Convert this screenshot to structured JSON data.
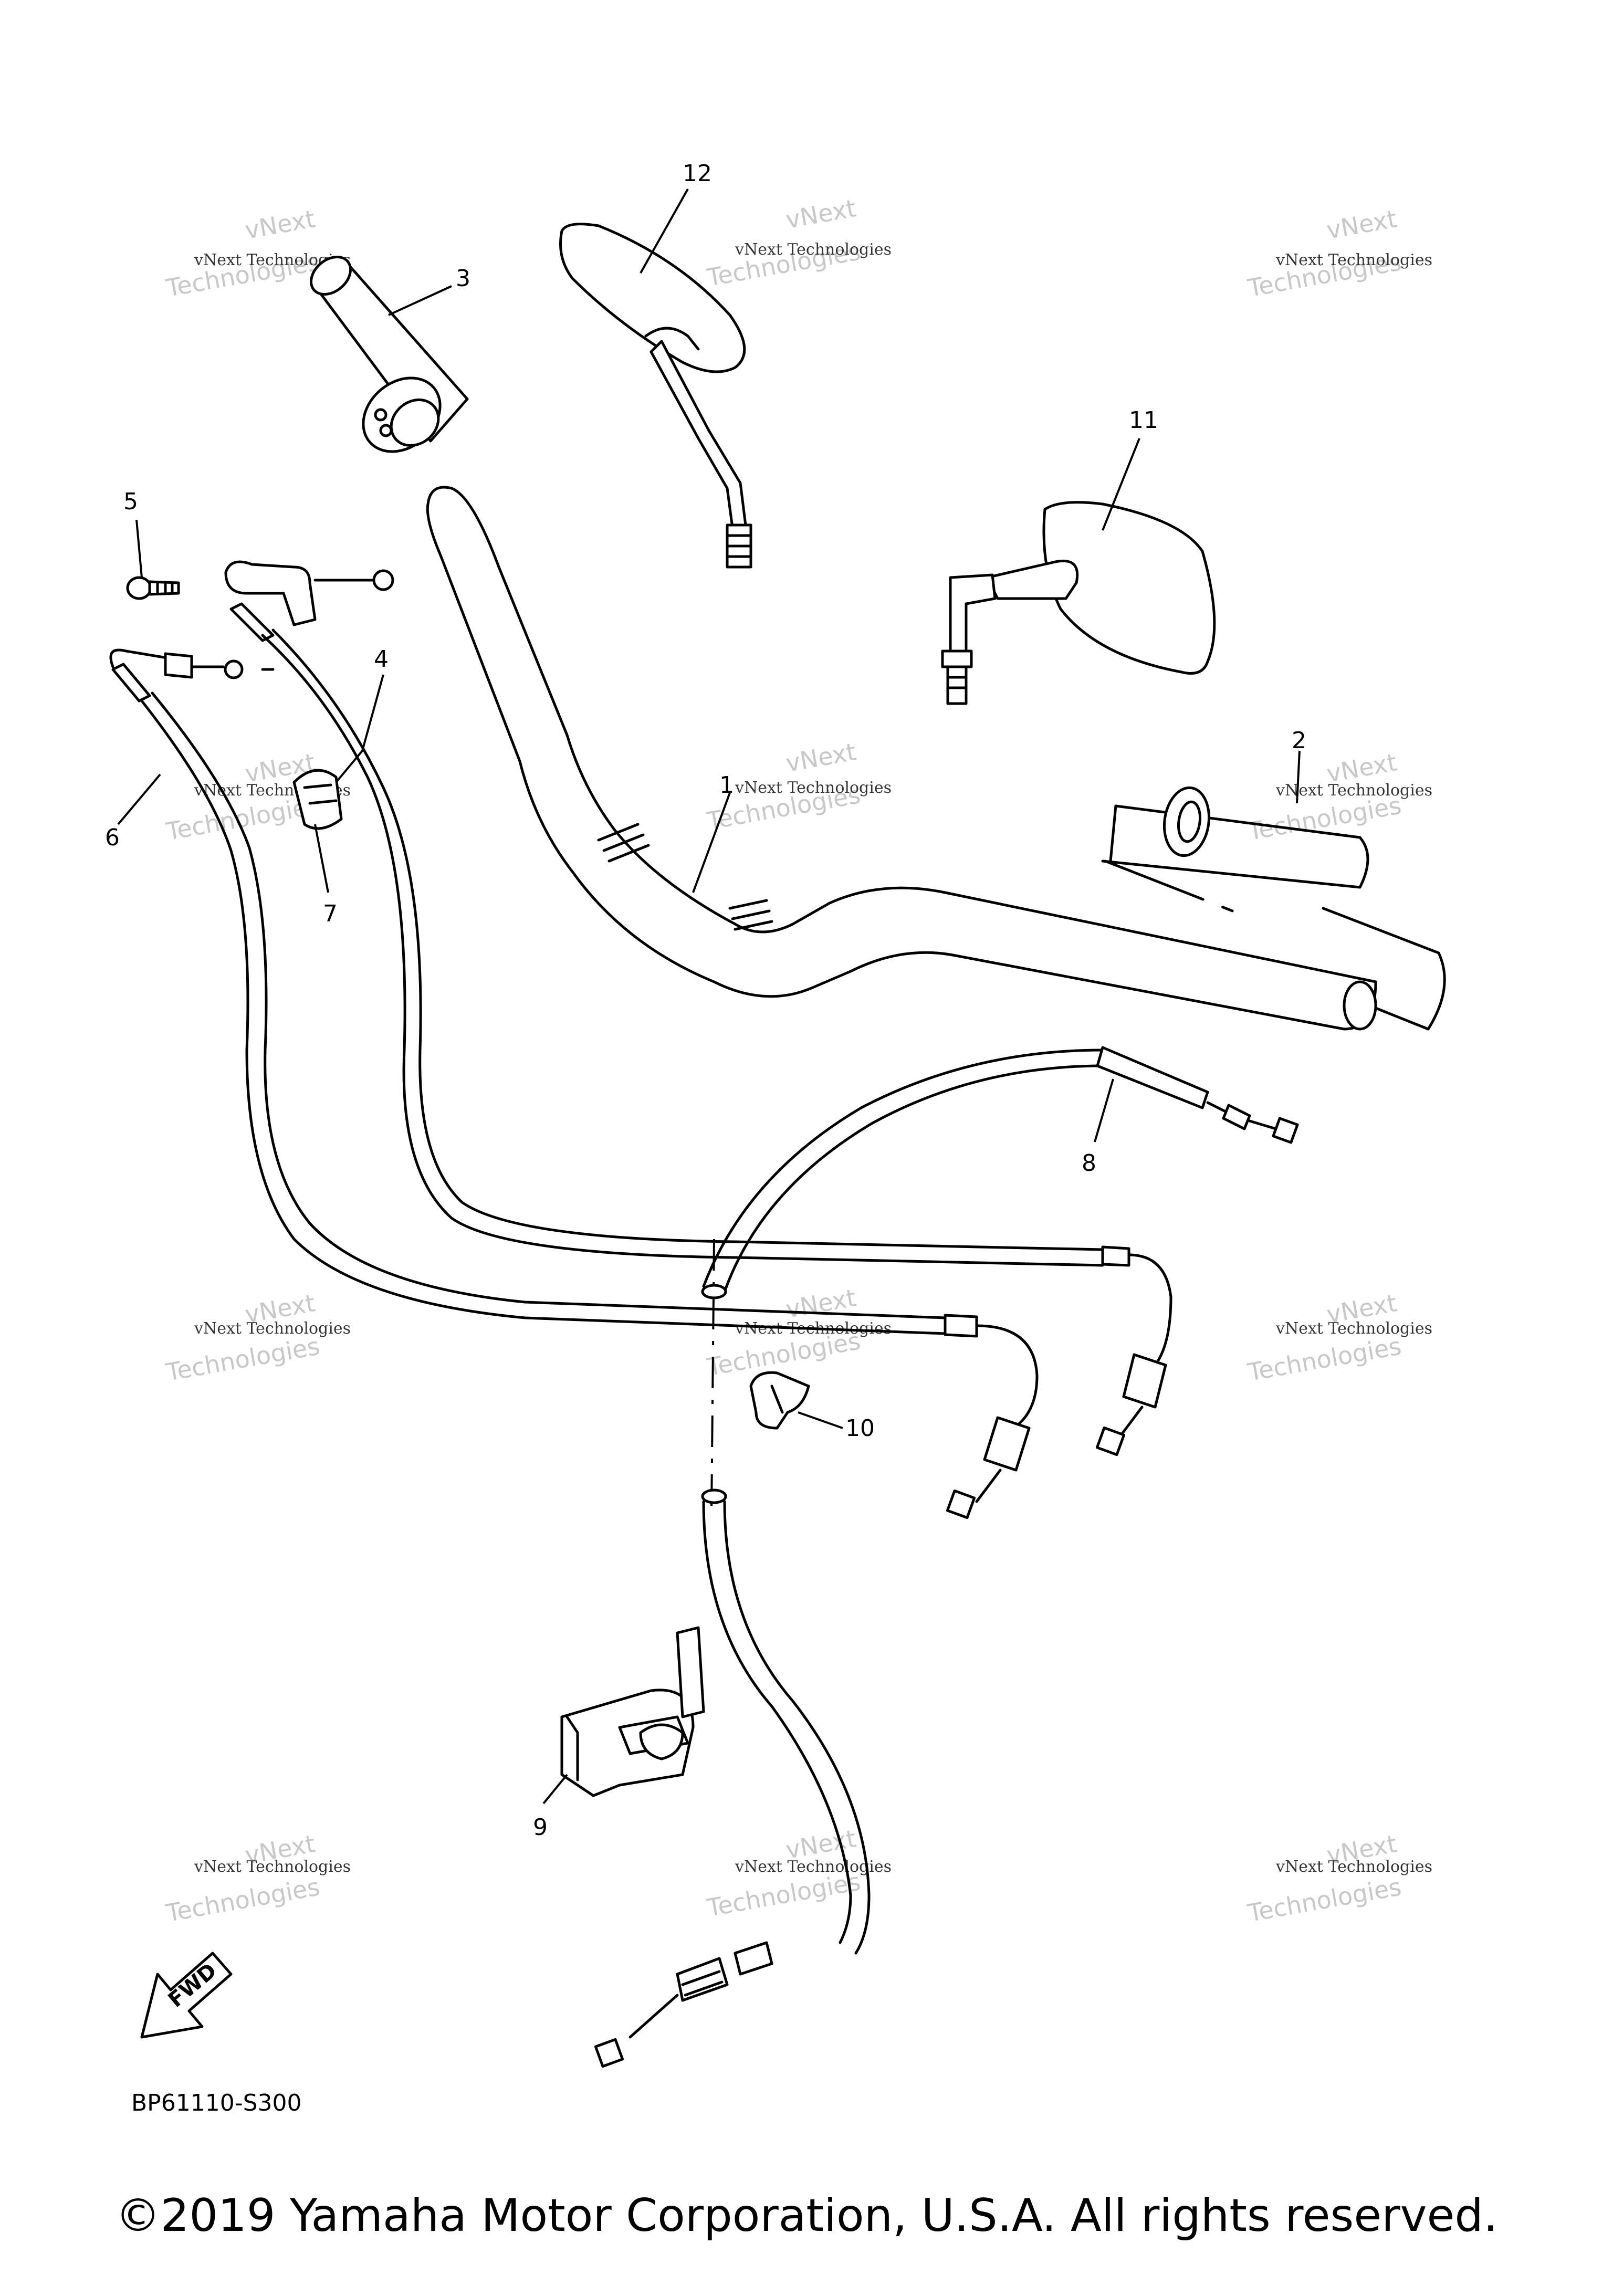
{
  "callouts": [
    "1",
    "2",
    "3",
    "4",
    "5",
    "6",
    "7",
    "8",
    "9",
    "10",
    "11",
    "12"
  ],
  "watermark": {
    "line1": "vNext Technologies",
    "line2": "Technologies",
    "line3": "vNext"
  },
  "diagram_code": "BP61110-S300",
  "fwd_label": "FWD",
  "copyright": "©2019 Yamaha Motor Corporation, U.S.A. All rights reserved."
}
